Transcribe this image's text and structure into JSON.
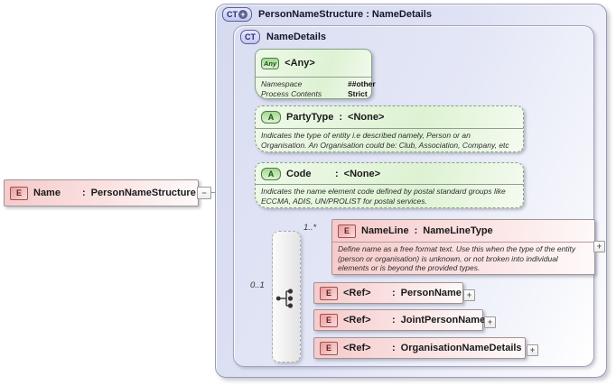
{
  "root_element": {
    "badge": "E",
    "name": "Name",
    "sep": ":",
    "type": "PersonNameStructure",
    "collapse_symbol": "−"
  },
  "outer_container": {
    "badge": "CT",
    "badge_plus": "+",
    "title": "PersonNameStructure : NameDetails"
  },
  "inner_container": {
    "badge": "CT",
    "title": "NameDetails"
  },
  "any_box": {
    "badge": "Any",
    "title": "<Any>",
    "rows": [
      {
        "name": "Namespace",
        "value": "##other"
      },
      {
        "name": "Process Contents",
        "value": "Strict"
      }
    ]
  },
  "attributes": [
    {
      "badge": "A",
      "name": "PartyType",
      "sep": ":",
      "type": "<None>",
      "description": "Indicates the type of entity i.e described namely, Person or an Organisation. An Organisation could be: Club, Association, Company, etc"
    },
    {
      "badge": "A",
      "name": "Code",
      "sep": ":",
      "type": "<None>",
      "description": "Indicates the name element code defined by postal standard groups like ECCMA, ADIS, UN/PROLIST for postal services."
    }
  ],
  "compositor": {
    "cardinality": "0..1"
  },
  "nameline": {
    "badge": "E",
    "cardinality": "1..*",
    "name": "NameLine",
    "sep": ":",
    "type": "NameLineType",
    "description": "Define name as a free format text. Use this when the type of the entity (person or organisation) is unknown, or not broken into individual elements or is beyond the provided types.",
    "expand_symbol": "+"
  },
  "refs": [
    {
      "badge": "E",
      "name": "<Ref>",
      "sep": ":",
      "type": "PersonName",
      "expand_symbol": "+"
    },
    {
      "badge": "E",
      "name": "<Ref>",
      "sep": ":",
      "type": "JointPersonName",
      "expand_symbol": "+"
    },
    {
      "badge": "E",
      "name": "<Ref>",
      "sep": ":",
      "type": "OrganisationNameDetails",
      "expand_symbol": "+"
    }
  ],
  "colors": {
    "element_pink": "#f5caca",
    "attribute_green": "#def2d3",
    "container_lavender": "#dadef2",
    "connector_grey": "#9a9aa8"
  }
}
